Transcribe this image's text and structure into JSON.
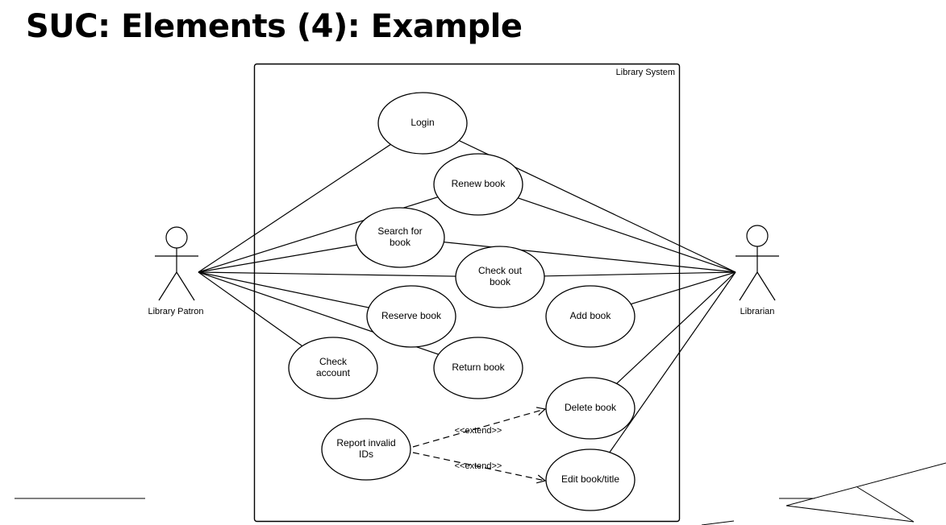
{
  "slide": {
    "title": "SUC: Elements (4): Example"
  },
  "system": {
    "label": "Library System"
  },
  "actors": [
    {
      "id": "patron",
      "name": "Library Patron"
    },
    {
      "id": "librarian",
      "name": "Librarian"
    }
  ],
  "use_cases": [
    {
      "id": "login",
      "lines": [
        "Login"
      ]
    },
    {
      "id": "renew",
      "lines": [
        "Renew book"
      ]
    },
    {
      "id": "search",
      "lines": [
        "Search for",
        "book"
      ]
    },
    {
      "id": "checkout",
      "lines": [
        "Check out",
        "book"
      ]
    },
    {
      "id": "reserve",
      "lines": [
        "Reserve book"
      ]
    },
    {
      "id": "add",
      "lines": [
        "Add book"
      ]
    },
    {
      "id": "account",
      "lines": [
        "Check",
        "account"
      ]
    },
    {
      "id": "return",
      "lines": [
        "Return book"
      ]
    },
    {
      "id": "delete",
      "lines": [
        "Delete book"
      ]
    },
    {
      "id": "report",
      "lines": [
        "Report invalid",
        "IDs"
      ]
    },
    {
      "id": "edit",
      "lines": [
        "Edit book/title"
      ]
    }
  ],
  "associations": [
    [
      "patron",
      "login"
    ],
    [
      "patron",
      "renew"
    ],
    [
      "patron",
      "search"
    ],
    [
      "patron",
      "checkout"
    ],
    [
      "patron",
      "reserve"
    ],
    [
      "patron",
      "account"
    ],
    [
      "patron",
      "return"
    ],
    [
      "librarian",
      "login"
    ],
    [
      "librarian",
      "renew"
    ],
    [
      "librarian",
      "search"
    ],
    [
      "librarian",
      "checkout"
    ],
    [
      "librarian",
      "add"
    ],
    [
      "librarian",
      "delete"
    ],
    [
      "librarian",
      "edit"
    ]
  ],
  "extends": [
    {
      "from": "report",
      "to": "delete",
      "label": "<<extend>>"
    },
    {
      "from": "report",
      "to": "edit",
      "label": "<<extend>>"
    }
  ]
}
